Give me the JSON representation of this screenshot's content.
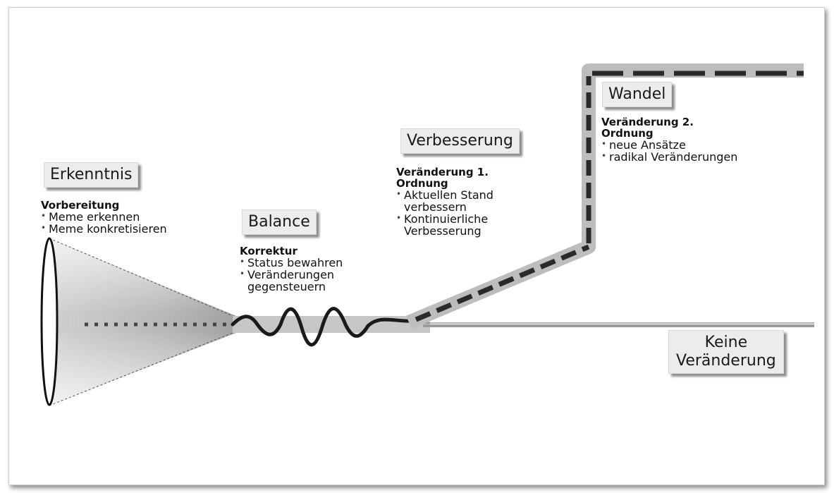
{
  "stages": {
    "erkenntnis": {
      "title": "Erkenntnis",
      "heading": "Vorbereitung",
      "items": [
        "Meme erkennen",
        "Meme konkretisieren"
      ]
    },
    "balance": {
      "title": "Balance",
      "heading": "Korrektur",
      "items": [
        "Status bewahren",
        "Veränderungen gegensteuern"
      ]
    },
    "verbesserung": {
      "title": "Verbesserung",
      "heading": "Veränderung 1. Ordnung",
      "items": [
        "Aktuellen Stand verbessern",
        "Kontinuierliche Verbesserung"
      ]
    },
    "wandel": {
      "title": "Wandel",
      "heading": "Veränderung 2. Ordnung",
      "items": [
        "neue Ansätze",
        "radikal Veränderungen"
      ]
    },
    "keine": {
      "title_line1": "Keine",
      "title_line2": "Veränderung"
    }
  }
}
